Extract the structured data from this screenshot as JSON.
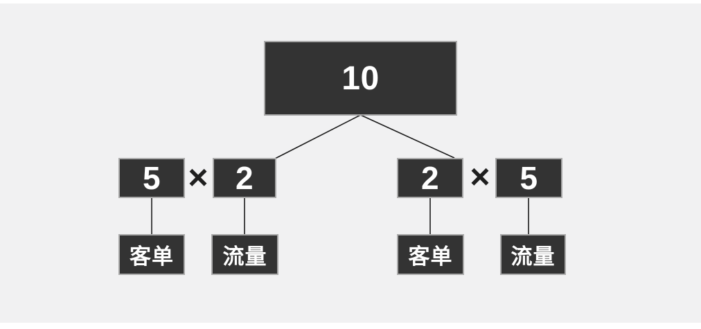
{
  "colors": {
    "canvas_background": "#ffffff",
    "slide_background": "#f1f1f2",
    "node_fill": "#333333",
    "node_border": "#a9a9a9",
    "node_text": "#ffffff",
    "line": "#1b1b1b",
    "operator": "#1f1f1f"
  },
  "tree": {
    "root": {
      "value": "10"
    },
    "branches": [
      {
        "operator": "×",
        "factors": [
          {
            "value": "5",
            "label": "客单"
          },
          {
            "value": "2",
            "label": "流量"
          }
        ]
      },
      {
        "operator": "×",
        "factors": [
          {
            "value": "2",
            "label": "客单"
          },
          {
            "value": "5",
            "label": "流量"
          }
        ]
      }
    ]
  }
}
